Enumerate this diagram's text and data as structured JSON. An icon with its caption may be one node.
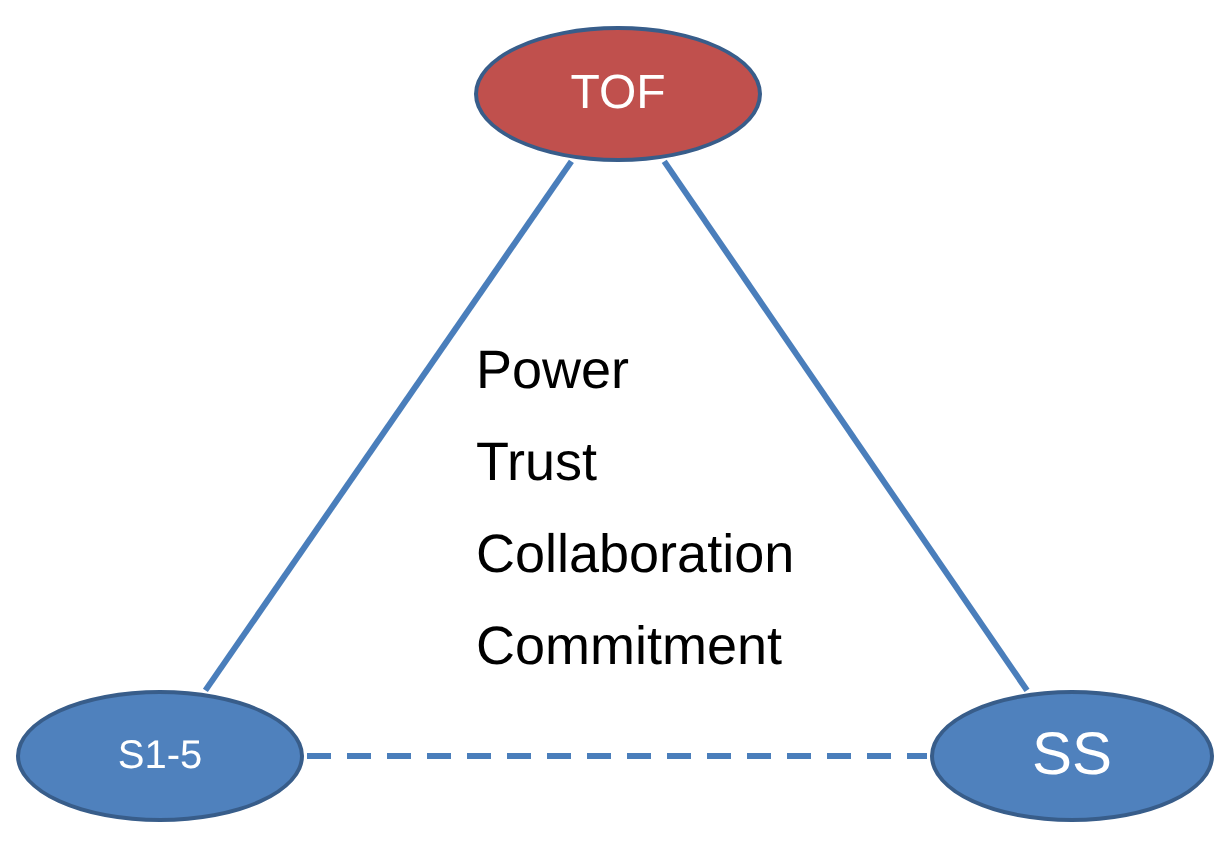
{
  "diagram": {
    "nodes": [
      {
        "text": [
          "TOF"
        ]
      },
      {
        "text": [
          "S1-5"
        ]
      },
      {
        "text": [
          "SS"
        ]
      }
    ],
    "edges": [
      {
        "from": 0,
        "to": 1,
        "arrow": "none"
      },
      {
        "from": 0,
        "to": 2,
        "arrow": "none"
      },
      {
        "from": 1,
        "to": 2,
        "arrow": "none",
        "style": "dashed"
      }
    ],
    "labels": [
      "Power",
      "Trust",
      "Collaboration",
      "Commitment"
    ]
  }
}
